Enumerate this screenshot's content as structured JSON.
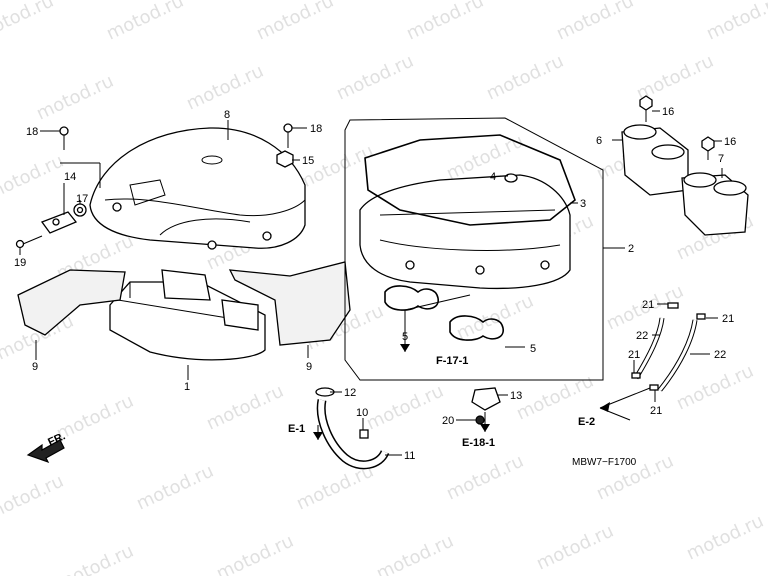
{
  "watermark": "motod.ru",
  "diagram_code": "MBW7−F1700",
  "direction_label": "FR.",
  "callouts": {
    "c1": "1",
    "c2": "2",
    "c3": "3",
    "c4": "4",
    "c5a": "5",
    "c5b": "5",
    "c6": "6",
    "c7": "7",
    "c8": "8",
    "c9a": "9",
    "c9b": "9",
    "c10": "10",
    "c11": "11",
    "c12": "12",
    "c13": "13",
    "c14": "14",
    "c15": "15",
    "c16a": "16",
    "c16b": "16",
    "c17": "17",
    "c18a": "18",
    "c18b": "18",
    "c19": "19",
    "c20": "20",
    "c21a": "21",
    "c21b": "21",
    "c21c": "21",
    "c21d": "21",
    "c22a": "22",
    "c22b": "22"
  },
  "references": {
    "f17": "F-17-1",
    "e1": "E-1",
    "e18": "E-18-1",
    "e2": "E-2"
  }
}
